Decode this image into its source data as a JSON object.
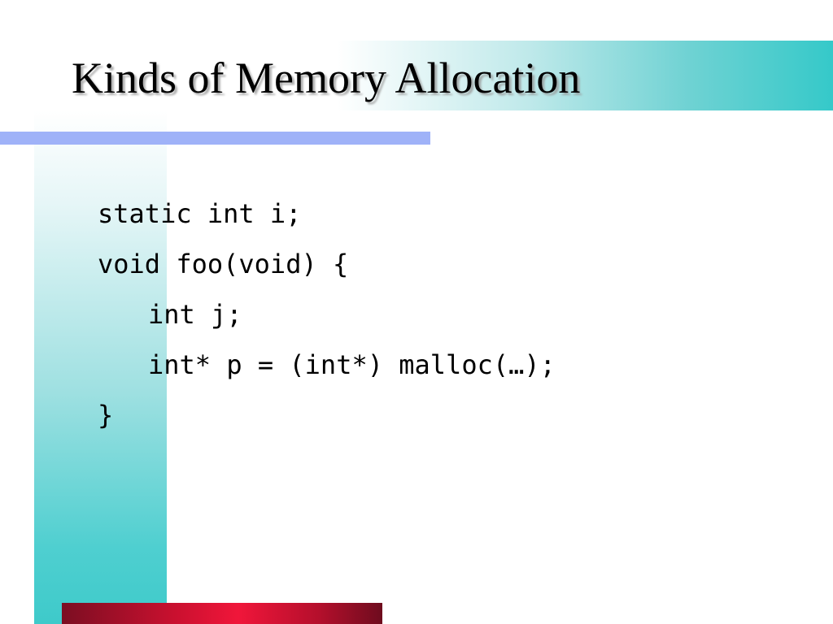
{
  "slide": {
    "title": "Kinds of Memory Allocation",
    "code_lines": [
      {
        "text": "static int i;",
        "indent": 0
      },
      {
        "text": "void foo(void) {",
        "indent": 0
      },
      {
        "text": "int j;",
        "indent": 1
      },
      {
        "text": "int* p = (int*) malloc(…);",
        "indent": 1
      },
      {
        "text": "}",
        "indent": 0
      }
    ]
  },
  "colors": {
    "title_band_accent": "#35c9c9",
    "accent_bar": "#9fb2f8",
    "bottom_bar": "#f0163a",
    "text": "#000000"
  }
}
